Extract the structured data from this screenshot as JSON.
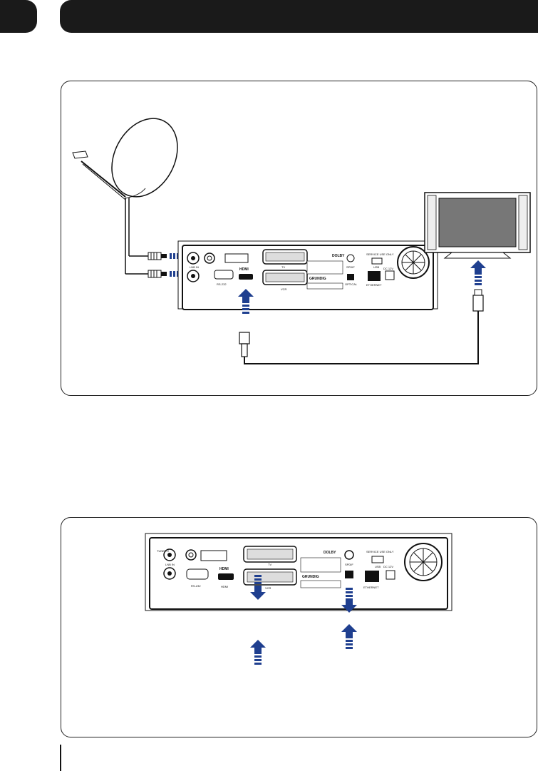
{
  "header": {
    "title": ""
  },
  "receiver": {
    "lnb_in": "LNB IN",
    "rs232": "RS-232",
    "hdmi": "HDMI",
    "tv": "TV",
    "vcr": "VCR",
    "dolby": "DOLBY",
    "brand": "GRUNDIG",
    "spdif": "SPDIF",
    "optical": "OPTICAL",
    "service": "SERVICE USE ONLY",
    "usb": "USB",
    "ethernet": "ETHERNET",
    "dc_in": "DC 12V",
    "tuner2": "TUNER 2"
  },
  "colors": {
    "arrow": "#1f3f8f",
    "ink": "#111111",
    "tv_screen": "#777777"
  }
}
